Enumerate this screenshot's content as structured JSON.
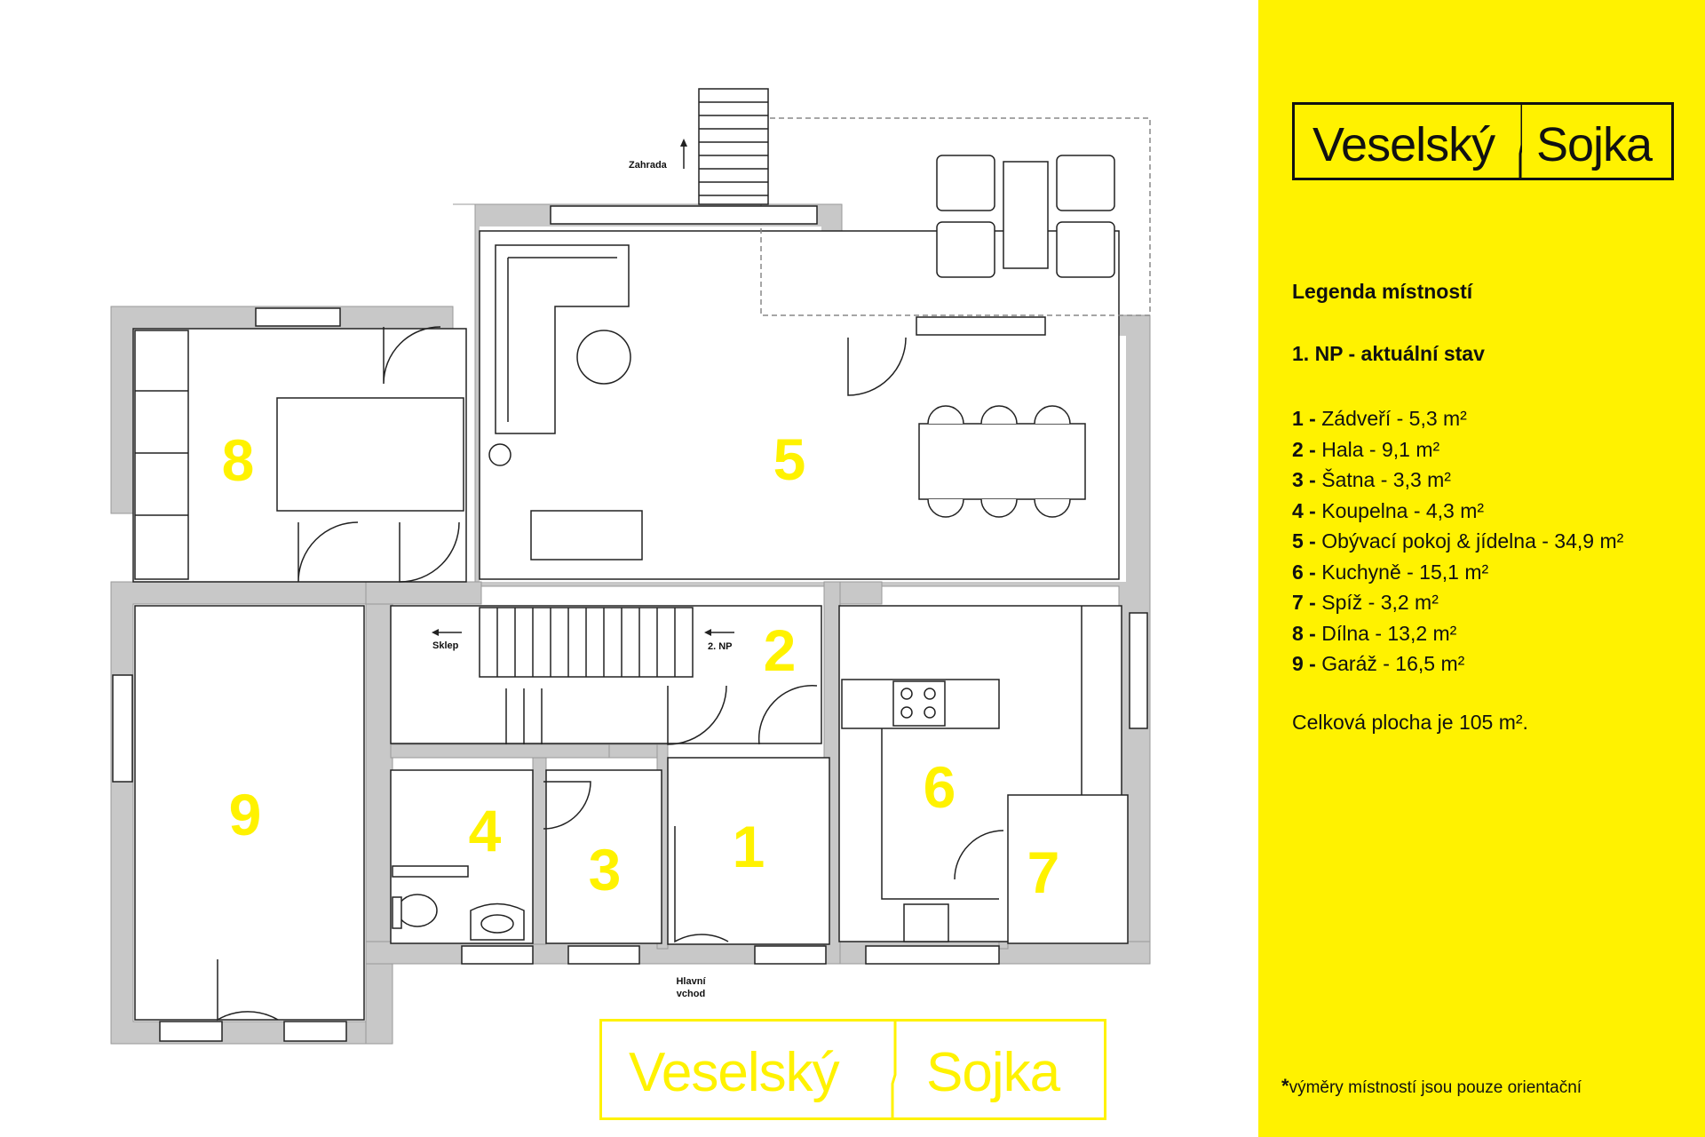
{
  "brand": {
    "name_left": "Veselský",
    "name_right": "Sojka"
  },
  "legend": {
    "title": "Legenda místností",
    "floor": "1. NP - aktuální stav",
    "rooms": [
      {
        "num": "1 -",
        "text": " Zádveří - 5,3 m²"
      },
      {
        "num": "2 -",
        "text": " Hala - 9,1 m²"
      },
      {
        "num": "3 -",
        "text": " Šatna - 3,3 m²"
      },
      {
        "num": "4 -",
        "text": " Koupelna - 4,3 m²"
      },
      {
        "num": "5 -",
        "text": " Obývací pokoj & jídelna - 34,9 m²"
      },
      {
        "num": "6 -",
        "text": " Kuchyně - 15,1 m²"
      },
      {
        "num": "7 -",
        "text": " Spíž - 3,2 m²"
      },
      {
        "num": "8 -",
        "text": " Dílna - 13,2 m²"
      },
      {
        "num": "9 -",
        "text": " Garáž - 16,5 m²"
      }
    ],
    "total": "Celková plocha je 105 m².",
    "note_star": "*",
    "note": "výměry místností jsou pouze orientační"
  },
  "plan": {
    "room_numbers": [
      "1",
      "2",
      "3",
      "4",
      "5",
      "6",
      "7",
      "8",
      "9"
    ],
    "labels": {
      "garden": "Zahrada",
      "basement": "Sklep",
      "second_floor": "2. NP",
      "entrance_1": "Hlavní",
      "entrance_2": "vchod"
    }
  },
  "colors": {
    "accent_yellow": "#fff200",
    "wall_gray": "#c8c8c8",
    "line": "#222222"
  }
}
